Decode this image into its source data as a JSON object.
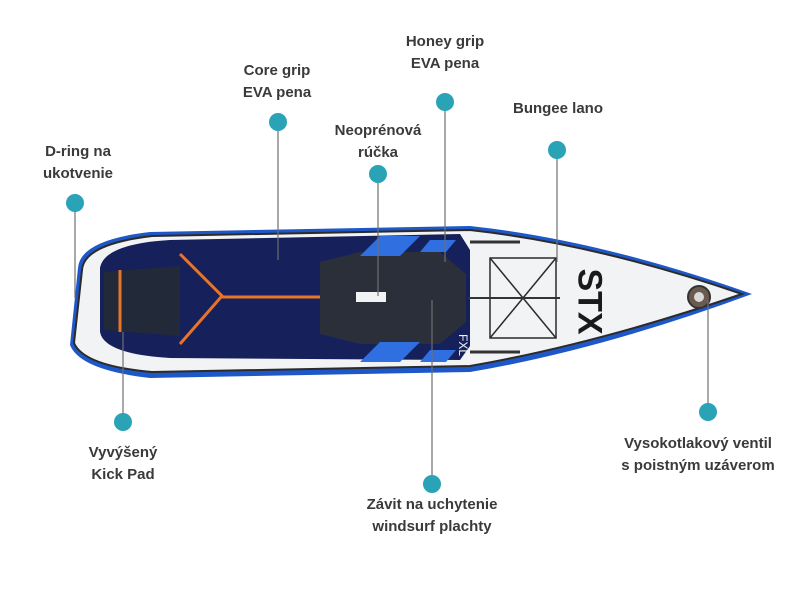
{
  "callouts": [
    {
      "id": "dring",
      "lines": [
        "D-ring na",
        "ukotvenie"
      ]
    },
    {
      "id": "coregrip",
      "lines": [
        "Core grip",
        "EVA pena"
      ]
    },
    {
      "id": "handle",
      "lines": [
        "Neoprénová",
        "rúčka"
      ]
    },
    {
      "id": "honeygrip",
      "lines": [
        "Honey grip",
        "EVA pena"
      ]
    },
    {
      "id": "bungee",
      "lines": [
        "Bungee lano"
      ]
    },
    {
      "id": "kickpad",
      "lines": [
        "Vyvýšený",
        "Kick Pad"
      ]
    },
    {
      "id": "finbox",
      "lines": [
        "Závit na uchytenie",
        "windsurf plachty"
      ]
    },
    {
      "id": "valve",
      "lines": [
        "Vysokotlakový ventil",
        "s poistným uzáverom"
      ]
    }
  ],
  "board": {
    "brand_mark": "STX",
    "model_mark": "FXL",
    "colors": {
      "dot": "#2aa3b6",
      "line": "#6f6f6f",
      "deck_navy": "#16205a",
      "accent_orange": "#e8742a",
      "accent_blue": "#2f6fe0",
      "board_white": "#f2f3f5"
    }
  }
}
